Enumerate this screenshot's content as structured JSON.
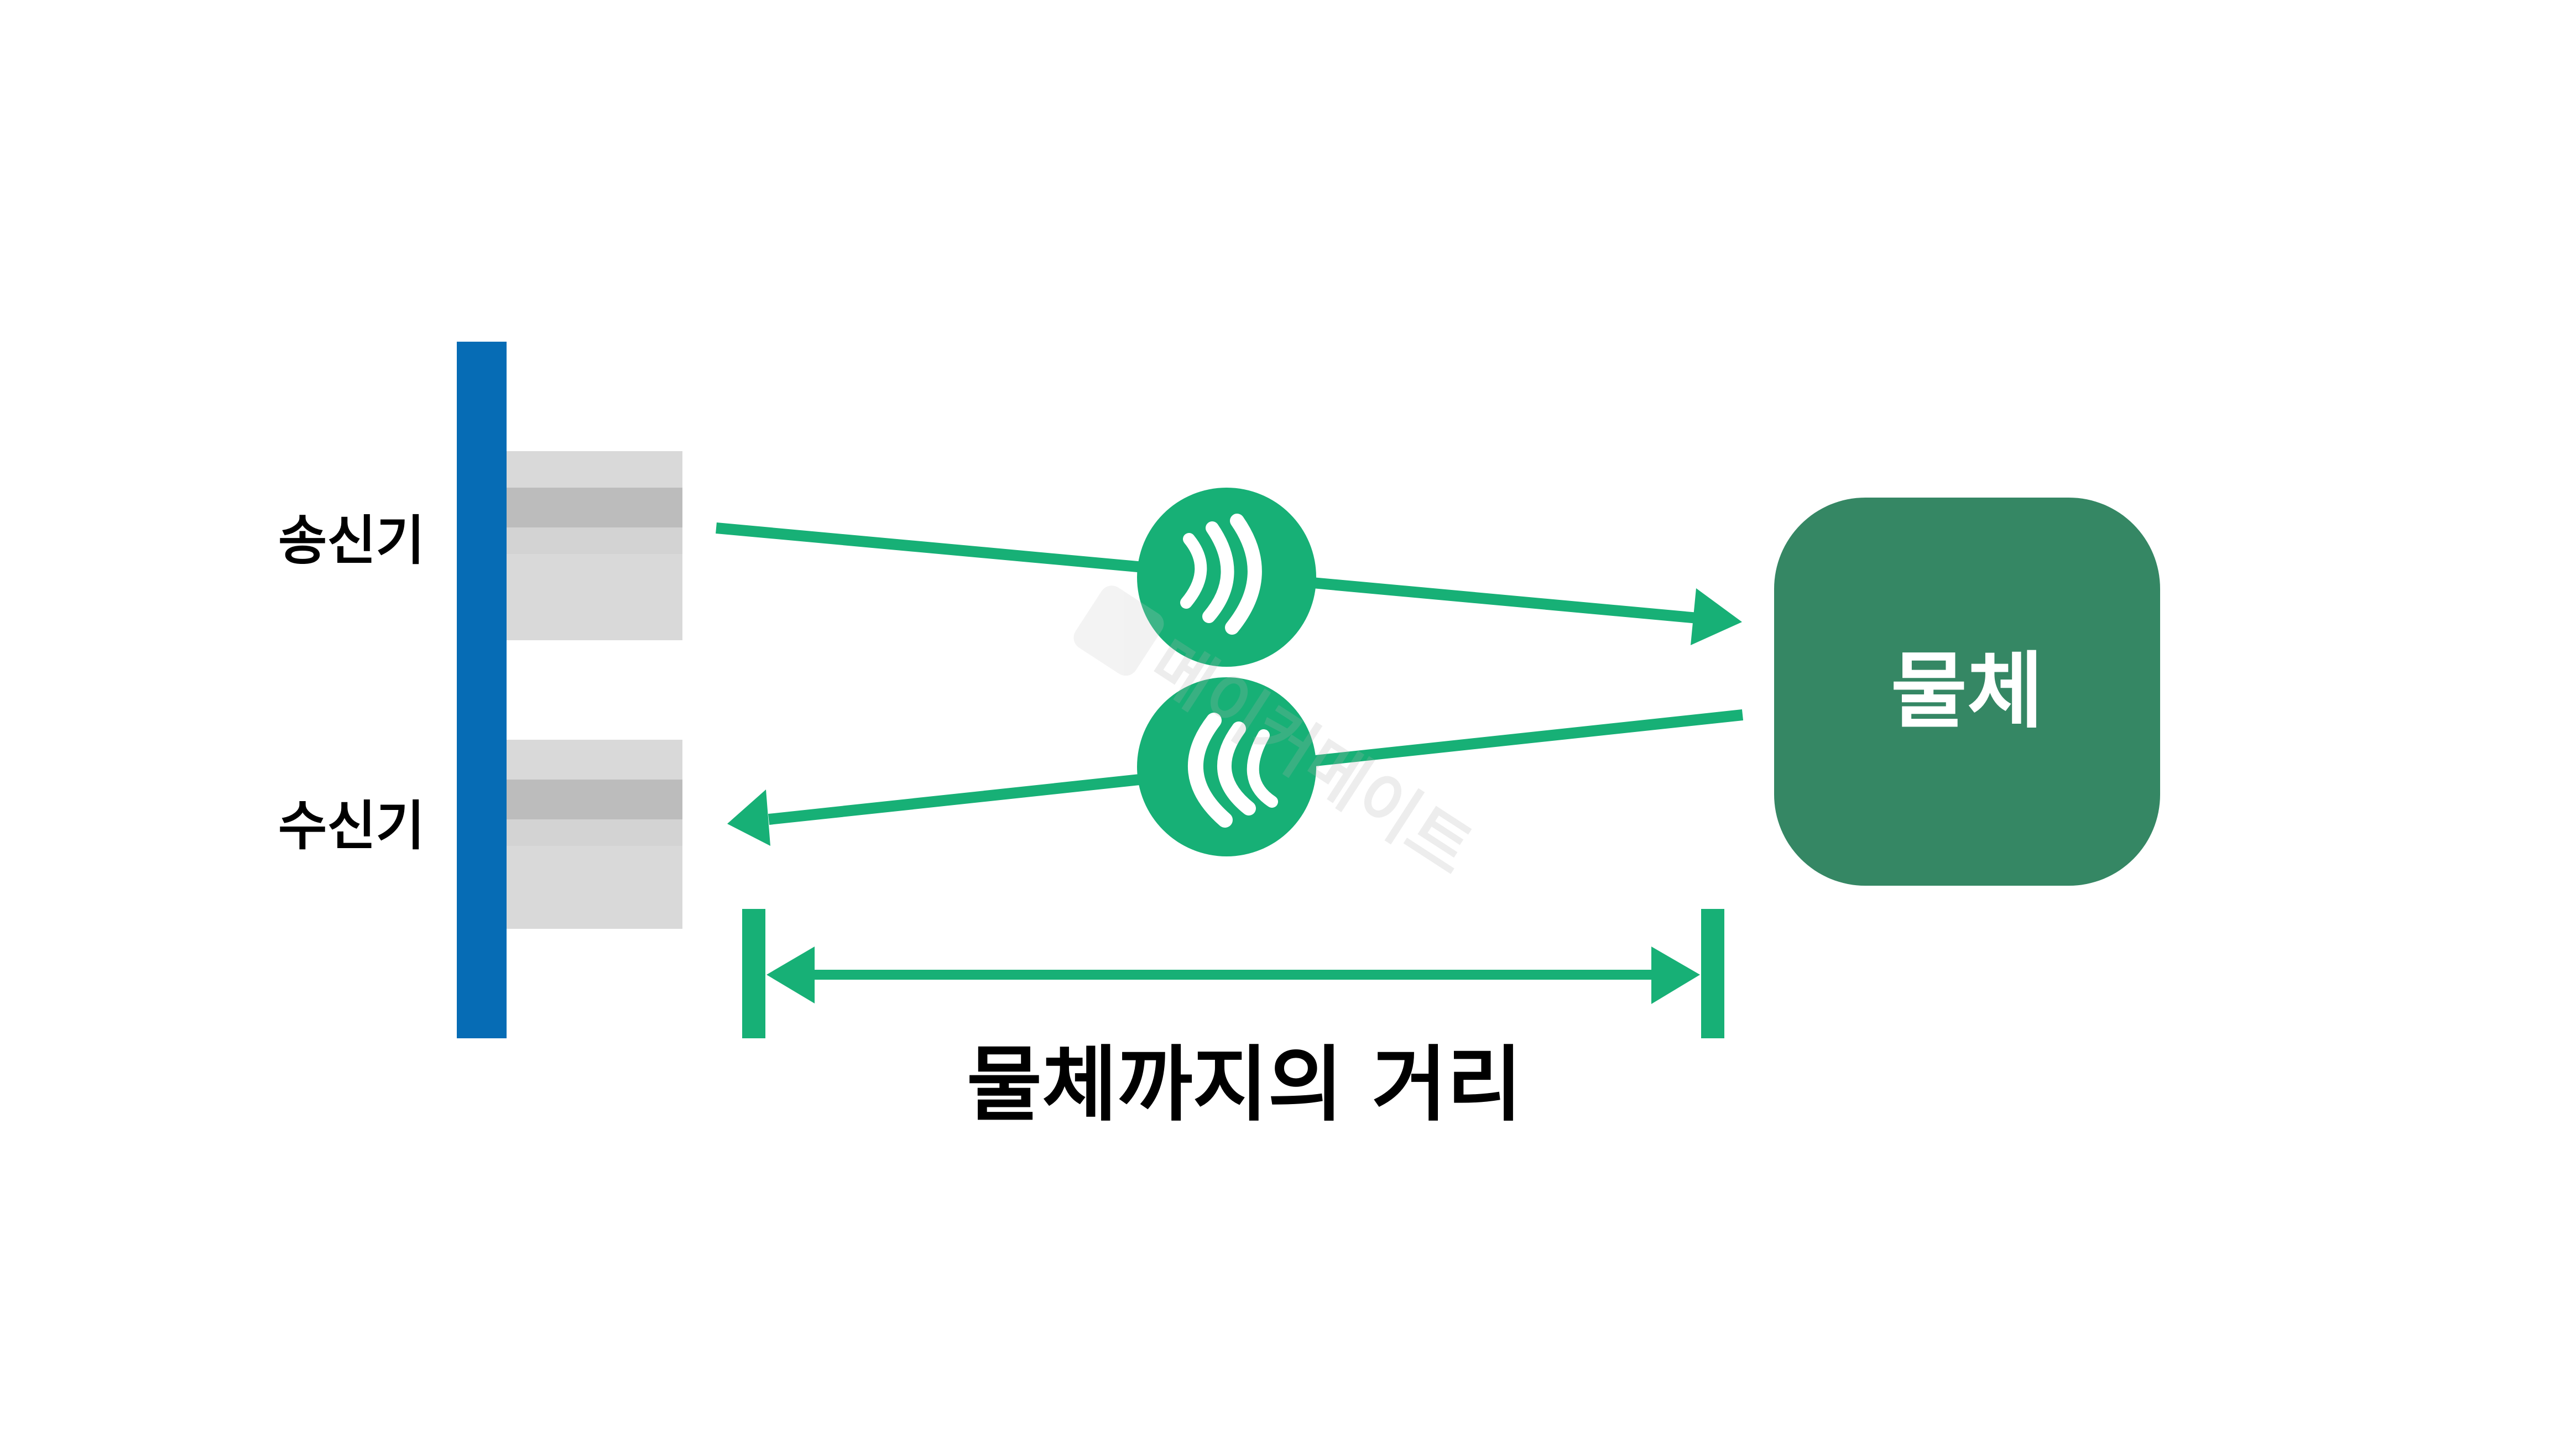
{
  "diagram": {
    "transmitter_label": "송신기",
    "receiver_label": "수신기",
    "object_label": "물체",
    "distance_label": "물체까지의 거리",
    "watermark_text": "메이커메이트"
  },
  "icons": {
    "emit_wave": "sound-wave-right-icon",
    "reflect_wave": "sound-wave-left-icon",
    "watermark_logo": "m-logo-icon"
  },
  "colors": {
    "sensor_bar": "#066cb5",
    "emitter_light": "#d9d9d9",
    "emitter_dark": "#bcbcbc",
    "emitter_mid": "#d3d3d3",
    "signal_green": "#17b076",
    "object_green": "#358764",
    "text": "#000000"
  }
}
